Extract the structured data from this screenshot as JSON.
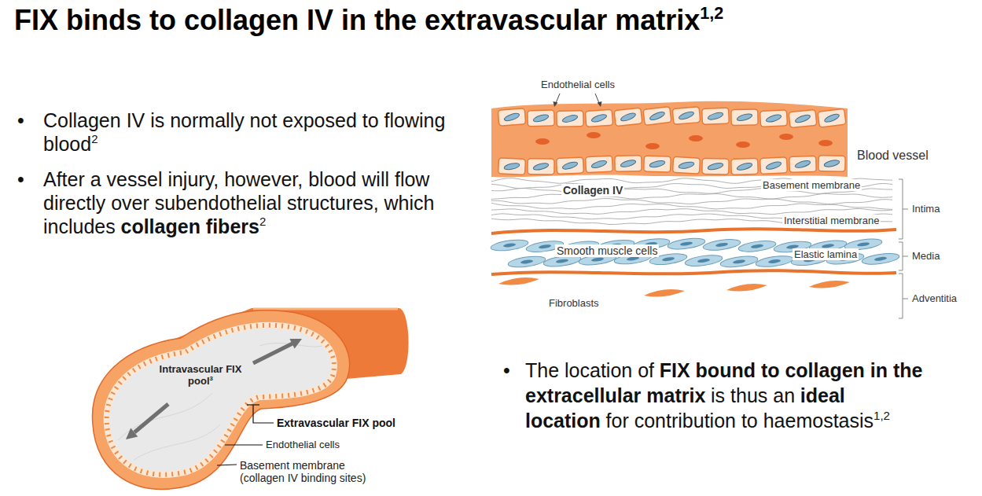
{
  "diagram": {
    "title": "FIX binds to collagen IV in the extravascular matrix",
    "labels": [
      "1,2",
      "•",
      "Collagen IV is normally not exposed to flowing blood",
      "2",
      "•",
      "After a vessel injury, however, blood will flow directly over subendothelial structures, which includes",
      "collagen fibers",
      "2",
      "Endothelial cells",
      "Blood vessel",
      "Collagen IV",
      "Basement membrane",
      "Interstitial membrane",
      "Intima",
      "Smooth muscle cells",
      "Elastic lamina",
      "Media",
      "Fibroblasts",
      "Adventitia",
      "Intravascular FIX pool",
      "3",
      "Extravascular FIX pool",
      "Endothelial cells",
      "Basement membrane (collagen IV binding sites)",
      "•",
      "The location of",
      "FIX bound to collagen in the extracellular matrix",
      "is thus an",
      "ideal location",
      "for contribution to haemostasis",
      "1,2"
    ]
  }
}
